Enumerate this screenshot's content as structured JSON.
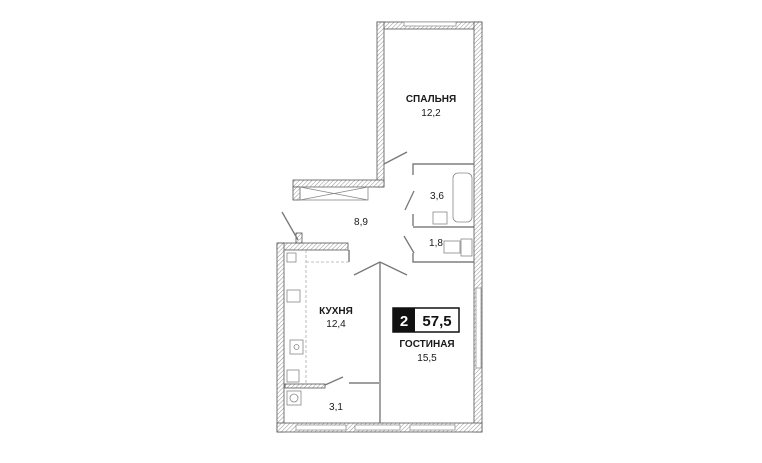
{
  "plan": {
    "rooms_count": "2",
    "total_area": "57,5",
    "rooms": [
      {
        "name": "СПАЛЬНЯ",
        "area": "12,2"
      },
      {
        "name": "",
        "area": "3,6"
      },
      {
        "name": "",
        "area": "8,9"
      },
      {
        "name": "",
        "area": "1,8"
      },
      {
        "name": "КУХНЯ",
        "area": "12,4"
      },
      {
        "name": "ГОСТИНАЯ",
        "area": "15,5"
      },
      {
        "name": "",
        "area": "3,1"
      }
    ]
  }
}
